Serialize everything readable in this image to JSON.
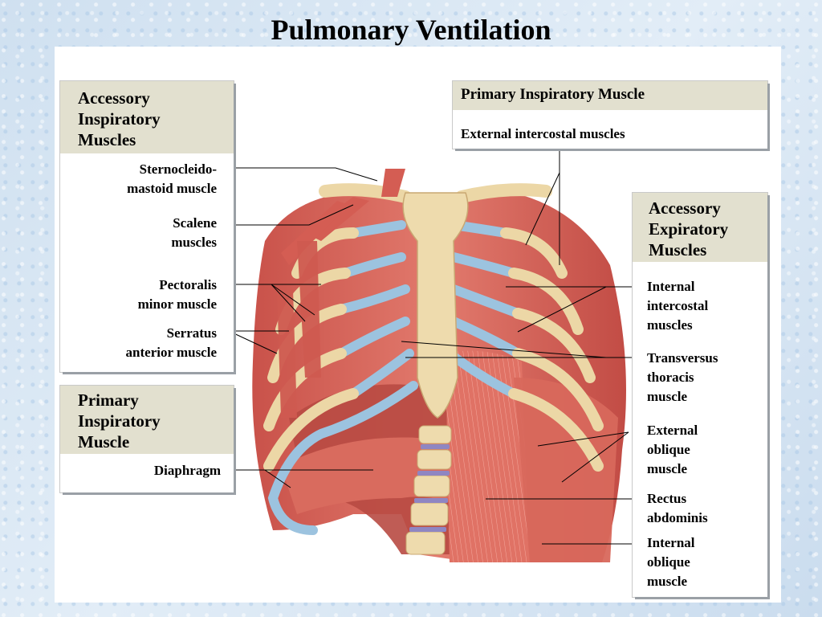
{
  "title": "Pulmonary Ventilation",
  "boxes": {
    "accessory_inspiratory": {
      "heading": [
        "Accessory",
        "Inspiratory",
        "Muscles"
      ],
      "items": [
        [
          "Sternocleido-",
          "mastoid muscle"
        ],
        [
          "Scalene",
          "muscles"
        ],
        [
          "Pectoralis",
          "minor muscle"
        ],
        [
          "Serratus",
          "anterior muscle"
        ]
      ]
    },
    "primary_inspiratory_left": {
      "heading": [
        "Primary",
        "Inspiratory",
        "Muscle"
      ],
      "item": "Diaphragm"
    },
    "primary_inspiratory_top": {
      "heading": "Primary Inspiratory Muscle",
      "item": "External intercostal muscles"
    },
    "accessory_expiratory": {
      "heading": [
        "Accessory",
        "Expiratory",
        "Muscles"
      ],
      "items": [
        [
          "Internal",
          "intercostal",
          "muscles"
        ],
        [
          "Transversus",
          "thoracis",
          "muscle"
        ],
        [
          "External",
          "oblique",
          "muscle"
        ],
        [
          "Rectus",
          "abdominis"
        ],
        [
          "Internal",
          "oblique",
          "muscle"
        ]
      ]
    }
  },
  "colors": {
    "muscle": "#d9645a",
    "muscle_dark": "#b5453f",
    "bone": "#ecd7a6",
    "cartilage": "#9cc3df",
    "box_header": "#e2e0cf"
  }
}
